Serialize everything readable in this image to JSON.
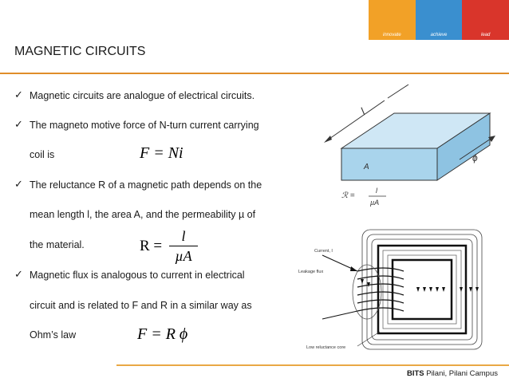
{
  "banner": {
    "segments": [
      {
        "label": "innovate",
        "color": "#f2a127"
      },
      {
        "label": "achieve",
        "color": "#3a8fcf"
      },
      {
        "label": "lead",
        "color": "#d9352b"
      }
    ]
  },
  "slide": {
    "title": "MAGNETIC CIRCUITS",
    "bullets": [
      {
        "lines": [
          "Magnetic circuits are analogue of electrical circuits."
        ]
      },
      {
        "lines": [
          "The magneto motive force of N-turn current carrying",
          "coil is"
        ]
      },
      {
        "lines": [
          "The reluctance R of a magnetic path depends on the",
          "mean length l, the area A, and the permeability µ of",
          "the material."
        ]
      },
      {
        "lines": [
          "Magnetic flux is analogous to current in electrical",
          "circuit and is related to F and R in a similar way as",
          "Ohm’s law"
        ]
      }
    ],
    "formulas": {
      "mmf": "F = Ni",
      "reluctance_lhs": "R =",
      "reluctance_num": "l",
      "reluctance_den": "µA",
      "ohm": "F = R ϕ"
    }
  },
  "figure_bar": {
    "label_length": "l",
    "label_area": "A",
    "label_flux": "ϕ",
    "equation_lhs": "ℛ =",
    "equation_num": "l",
    "equation_den": "µA"
  },
  "figure_core": {
    "label_current": "Current, I",
    "label_leakage": "Leakage flux",
    "label_core": "Low reluctance core"
  },
  "footer": {
    "org": "BITS",
    "campus": " Pilani, Pilani Campus"
  },
  "colors": {
    "accent_orange": "#e08d2a",
    "bar_fill": "#a9d4ec"
  }
}
